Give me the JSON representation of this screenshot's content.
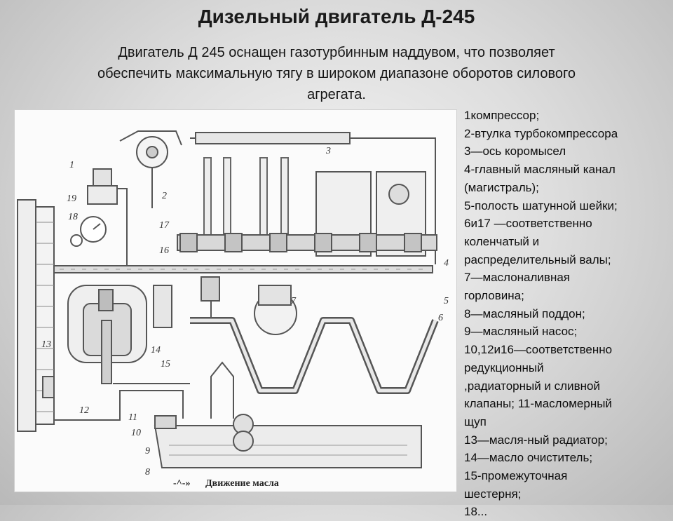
{
  "header": {
    "title": "Дизельный двигатель Д-245",
    "subtitle_line1": "Двигатель Д 245 оснащен газотурбинным наддувом, что позволяет",
    "subtitle_line2": "обеспечить максимальную тягу в широком диапазоне оборотов силового",
    "subtitle_line3": "агрегата."
  },
  "diagram": {
    "caption_arrow": "-^-»",
    "caption_text": "Движение масла",
    "labels": {
      "n1": "1",
      "n2": "2",
      "n3": "3",
      "n4": "4",
      "n5": "5",
      "n6": "6",
      "n7": "7",
      "n8": "8",
      "n9": "9",
      "n10": "10",
      "n11": "11",
      "n12": "12",
      "n13": "13",
      "n14": "14",
      "n15": "15",
      "n16": "16",
      "n17": "17",
      "n18": "18",
      "n19": "19"
    }
  },
  "legend": {
    "lines": [
      "1компрессор;",
      "2-втулка турбокомпрессора",
      "3—ось коромысел",
      "4-главный масляный канал",
      "(магистраль);",
      "5-полость шатунной шейки;",
      "6и17 —соответственно",
      "коленчатый и",
      "распределительный валы;",
      "7—маслоналивная",
      "горловина;",
      "8—масляный поддон;",
      "9—масляный насос;",
      "10,12и16—соответственно",
      "редукционный",
      ",радиаторный и сливной",
      "клапаны; 11-масломерный",
      "щуп",
      "13—масля-ный радиатор;",
      "14—масло очиститель;",
      "15-промежуточная",
      "шестерня;",
      "18..."
    ]
  }
}
